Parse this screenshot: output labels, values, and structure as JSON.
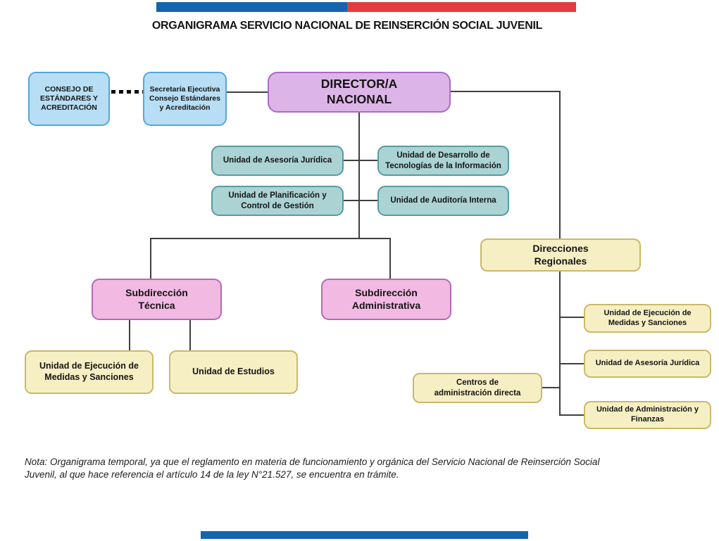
{
  "header": {
    "title": "ORGANIGRAMA SERVICIO NACIONAL DE REINSERCIÓN SOCIAL JUVENIL",
    "bar_blue_color": "#1565ad",
    "bar_red_color": "#e23c42"
  },
  "palette": {
    "blue_fill": "#b7def5",
    "blue_border": "#57a6d8",
    "purple_fill": "#ddb4e8",
    "purple_border": "#aa6ac4",
    "teal_fill": "#abd3d4",
    "teal_border": "#579ca0",
    "pink_fill": "#f2b9e3",
    "pink_border": "#b26cb5",
    "yellow_fill": "#f7efc4",
    "yellow_border": "#c9b969",
    "line_color": "#3f3f3f"
  },
  "nodes": {
    "consejo": {
      "label": "CONSEJO DE\nESTÁNDARES Y\nACREDITACIÓN"
    },
    "secretaria": {
      "label": "Secretaría Ejecutiva\nConsejo Estándares\ny Acreditación"
    },
    "director": {
      "label": "DIRECTOR/A\nNACIONAL"
    },
    "asesoria_juridica": {
      "label": "Unidad de Asesoría Jurídica"
    },
    "desarrollo_ti": {
      "label": "Unidad de Desarrollo de\nTecnologías de la Información"
    },
    "planificacion": {
      "label": "Unidad de Planificación y\nControl de Gestión"
    },
    "auditoria_interna": {
      "label": "Unidad de Auditoría Interna"
    },
    "direcciones_regionales": {
      "label": "Direcciones\nRegionales"
    },
    "subdireccion_tecnica": {
      "label": "Subdirección\nTécnica"
    },
    "subdireccion_administrativa": {
      "label": "Subdirección\nAdministrativa"
    },
    "ejecucion_medidas_izq": {
      "label": "Unidad de Ejecución de\nMedidas y Sanciones"
    },
    "estudios": {
      "label": "Unidad de Estudios"
    },
    "ejecucion_medidas_der": {
      "label": "Unidad de Ejecución de\nMedidas y Sanciones"
    },
    "asesoria_juridica_der": {
      "label": "Unidad de Asesoría Jurídica"
    },
    "centros_administracion": {
      "label": "Centros de\nadministración directa"
    },
    "administracion_finanzas": {
      "label": "Unidad de Administración y\nFinanzas"
    }
  },
  "note": "Nota: Organigrama temporal, ya que el reglamento en materia de funcionamiento y orgánica del Servicio Nacional de Reinserción Social\nJuvenil, al que hace referencia el artículo 14 de la ley N°21.527, se encuentra en trámite."
}
